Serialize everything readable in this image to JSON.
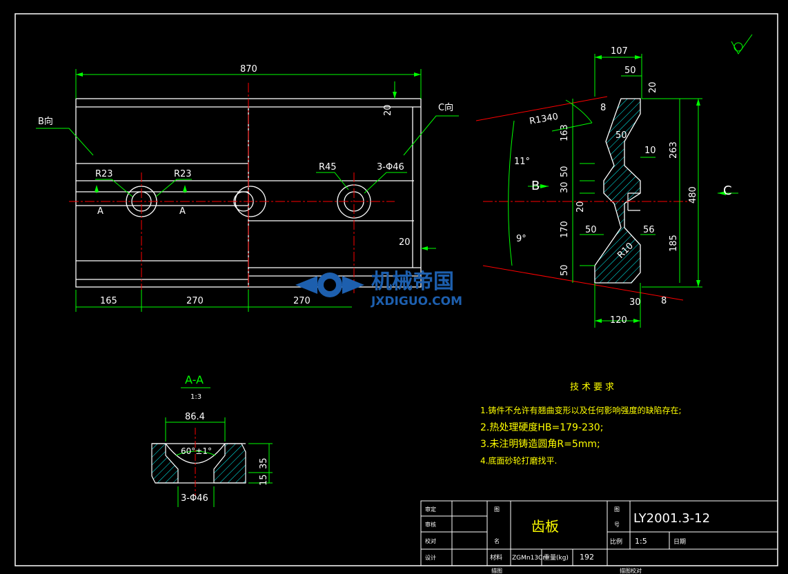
{
  "drawing": {
    "number": "LY2001.3-12",
    "part_name": "齿板",
    "material_label": "材料",
    "material": "ZGMn13Cr",
    "weight_label": "重量(kg)",
    "weight": "192",
    "scale_label": "比例",
    "scale": "1:5",
    "date_label": "日期",
    "tb_labels": [
      "审定",
      "审核",
      "校对",
      "设计",
      "图",
      "名",
      "图",
      "号",
      "描图",
      "描图校对"
    ]
  },
  "tech_requirements": {
    "title": "技术要求",
    "items": [
      "1.铸件不允许有翘曲变形以及任何影响强度的缺陷存在;",
      "2.热处理硬度HB=179-230;",
      "3.未注明铸造圆角R=5mm;",
      "4.底面砂轮打磨找平."
    ]
  },
  "front_view": {
    "dims": [
      "870",
      "165",
      "270",
      "270",
      "20",
      "20",
      "R23",
      "R23",
      "R45",
      "3-Φ46"
    ],
    "labels": [
      "B向",
      "C向",
      "A",
      "A"
    ]
  },
  "side_view": {
    "dims": [
      "107",
      "50",
      "20",
      "8",
      "R1340",
      "163",
      "50",
      "50",
      "30",
      "10",
      "263",
      "480",
      "20",
      "170",
      "50",
      "56",
      "R10",
      "185",
      "50",
      "30",
      "8",
      "120",
      "11°",
      "9°"
    ],
    "labels": [
      "B",
      "C"
    ]
  },
  "section_view": {
    "title": "A-A",
    "scale": "1:3",
    "dims": [
      "86.4",
      "60°±1°",
      "35",
      "15",
      "3-Φ46"
    ]
  },
  "watermark": {
    "cn": "机械帝国",
    "en": "JXDIGUO.COM"
  },
  "colors": {
    "background": "#000000",
    "outline": "#ffffff",
    "dimension": "#00ff00",
    "centerline": "#ff0000",
    "hatch": "#00ffff",
    "note": "#ffff00"
  }
}
